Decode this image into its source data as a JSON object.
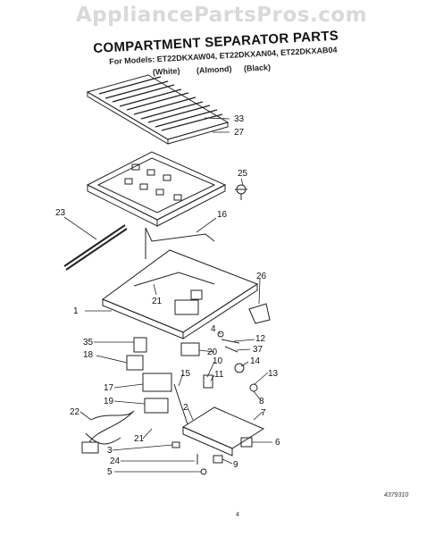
{
  "watermark": "AppliancePartsPros.com",
  "title": "COMPARTMENT SEPARATOR PARTS",
  "models_line": "For Models: ET22DKXAW04, ET22DKXAN04, ET22DKXAB04",
  "colors": [
    "(White)",
    "(Almond)",
    "(Black)"
  ],
  "page_number": "4",
  "figure_code": "4379310",
  "callouts": [
    "33",
    "27",
    "25",
    "23",
    "16",
    "26",
    "1",
    "21",
    "4",
    "12",
    "35",
    "37",
    "18",
    "20",
    "14",
    "10",
    "11",
    "13",
    "15",
    "17",
    "8",
    "2",
    "19",
    "7",
    "22",
    "21",
    "6",
    "3",
    "24",
    "9",
    "5"
  ]
}
